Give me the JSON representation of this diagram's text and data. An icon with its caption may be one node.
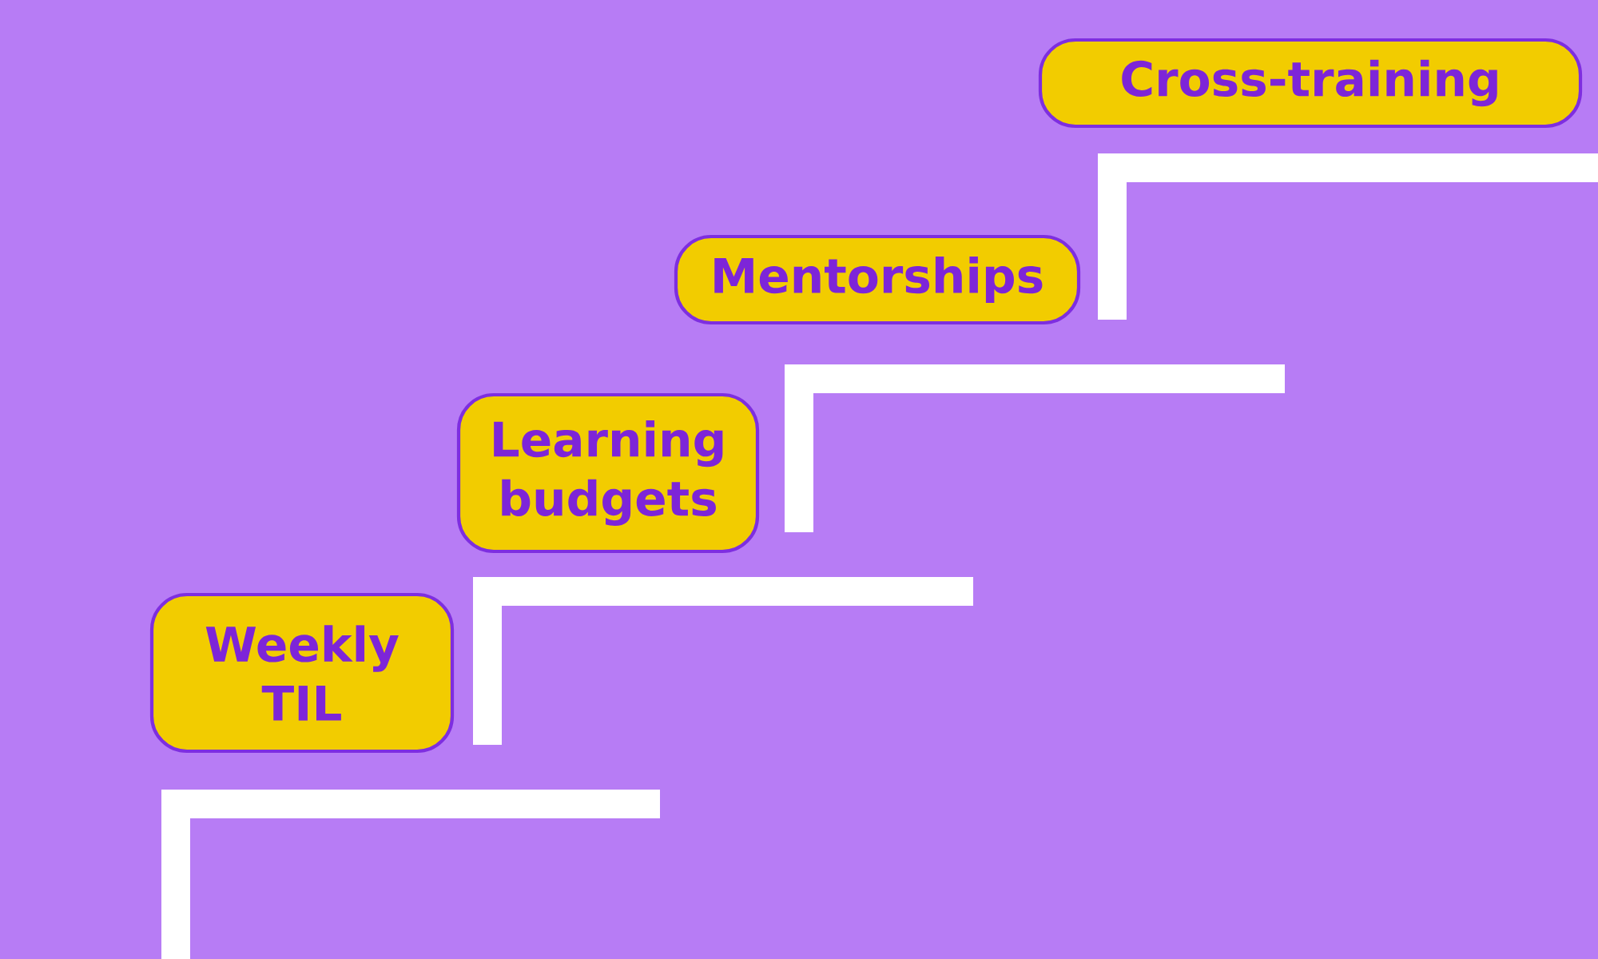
{
  "diagram": {
    "nodes": [
      {
        "text": [
          "Weekly TIL"
        ]
      },
      {
        "text": [
          "Learning budgets"
        ]
      },
      {
        "text": [
          "Mentorships"
        ]
      },
      {
        "text": [
          "Cross-training"
        ]
      }
    ]
  }
}
